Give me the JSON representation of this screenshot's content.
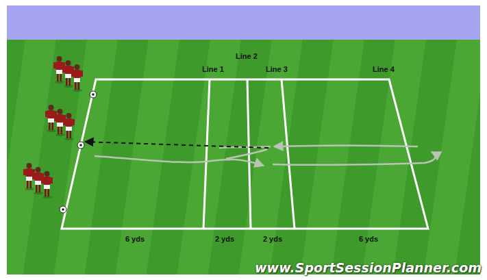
{
  "diagram": {
    "labels": [
      "Line 2",
      "Line 1",
      "Line 3",
      "Line 4",
      "6 yds",
      "2 yds",
      "2 yds",
      "6 yds",
      "www.SportSessionPlanner.com"
    ]
  }
}
